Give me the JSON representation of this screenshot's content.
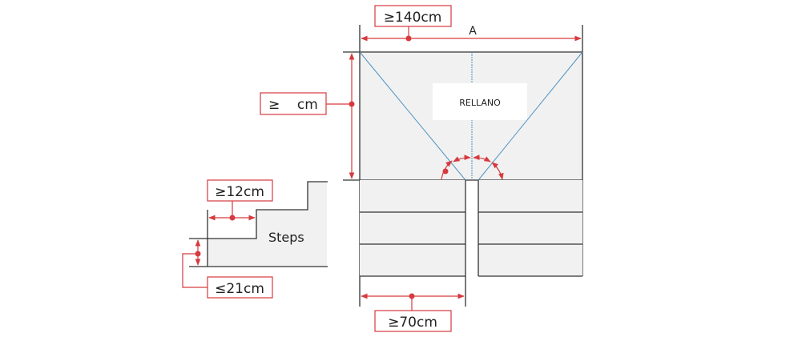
{
  "labels": {
    "landing_width": "≥140cm",
    "landing_width_var": "A",
    "landing_depth": "≥    cm",
    "landing": "RELLANO",
    "tread": "≥12cm",
    "riser": "≤21cm",
    "steps": "Steps",
    "flight_width": "≥70cm"
  },
  "colors": {
    "dimension": "#d63a3f",
    "guide": "#4d93c4",
    "fill": "#f1f1f1"
  }
}
